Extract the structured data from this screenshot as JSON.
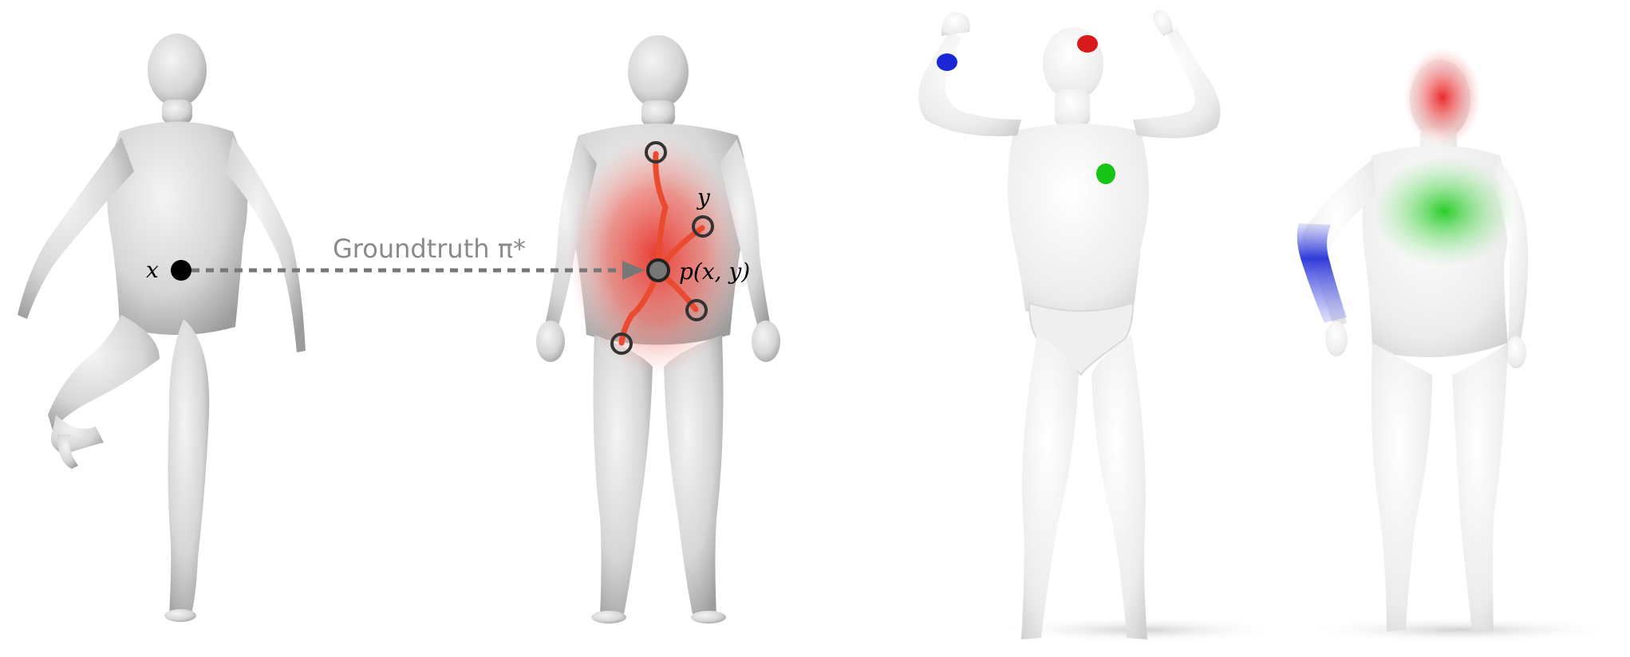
{
  "left_panel": {
    "source_point_label": "x",
    "target_point_label": "y",
    "matched_point_label": "p(x, y)",
    "arrow_label": "Groundtruth π*"
  },
  "colors": {
    "mesh": "#d9d9d9",
    "mesh_shadow": "#a9a9a9",
    "heat": "#e8342b",
    "path": "#ea4a2e",
    "arrow": "#777777",
    "label": "#8a8a8a",
    "marker_red": "#d91a1a",
    "marker_green": "#18c418",
    "marker_blue": "#1b27d6"
  }
}
